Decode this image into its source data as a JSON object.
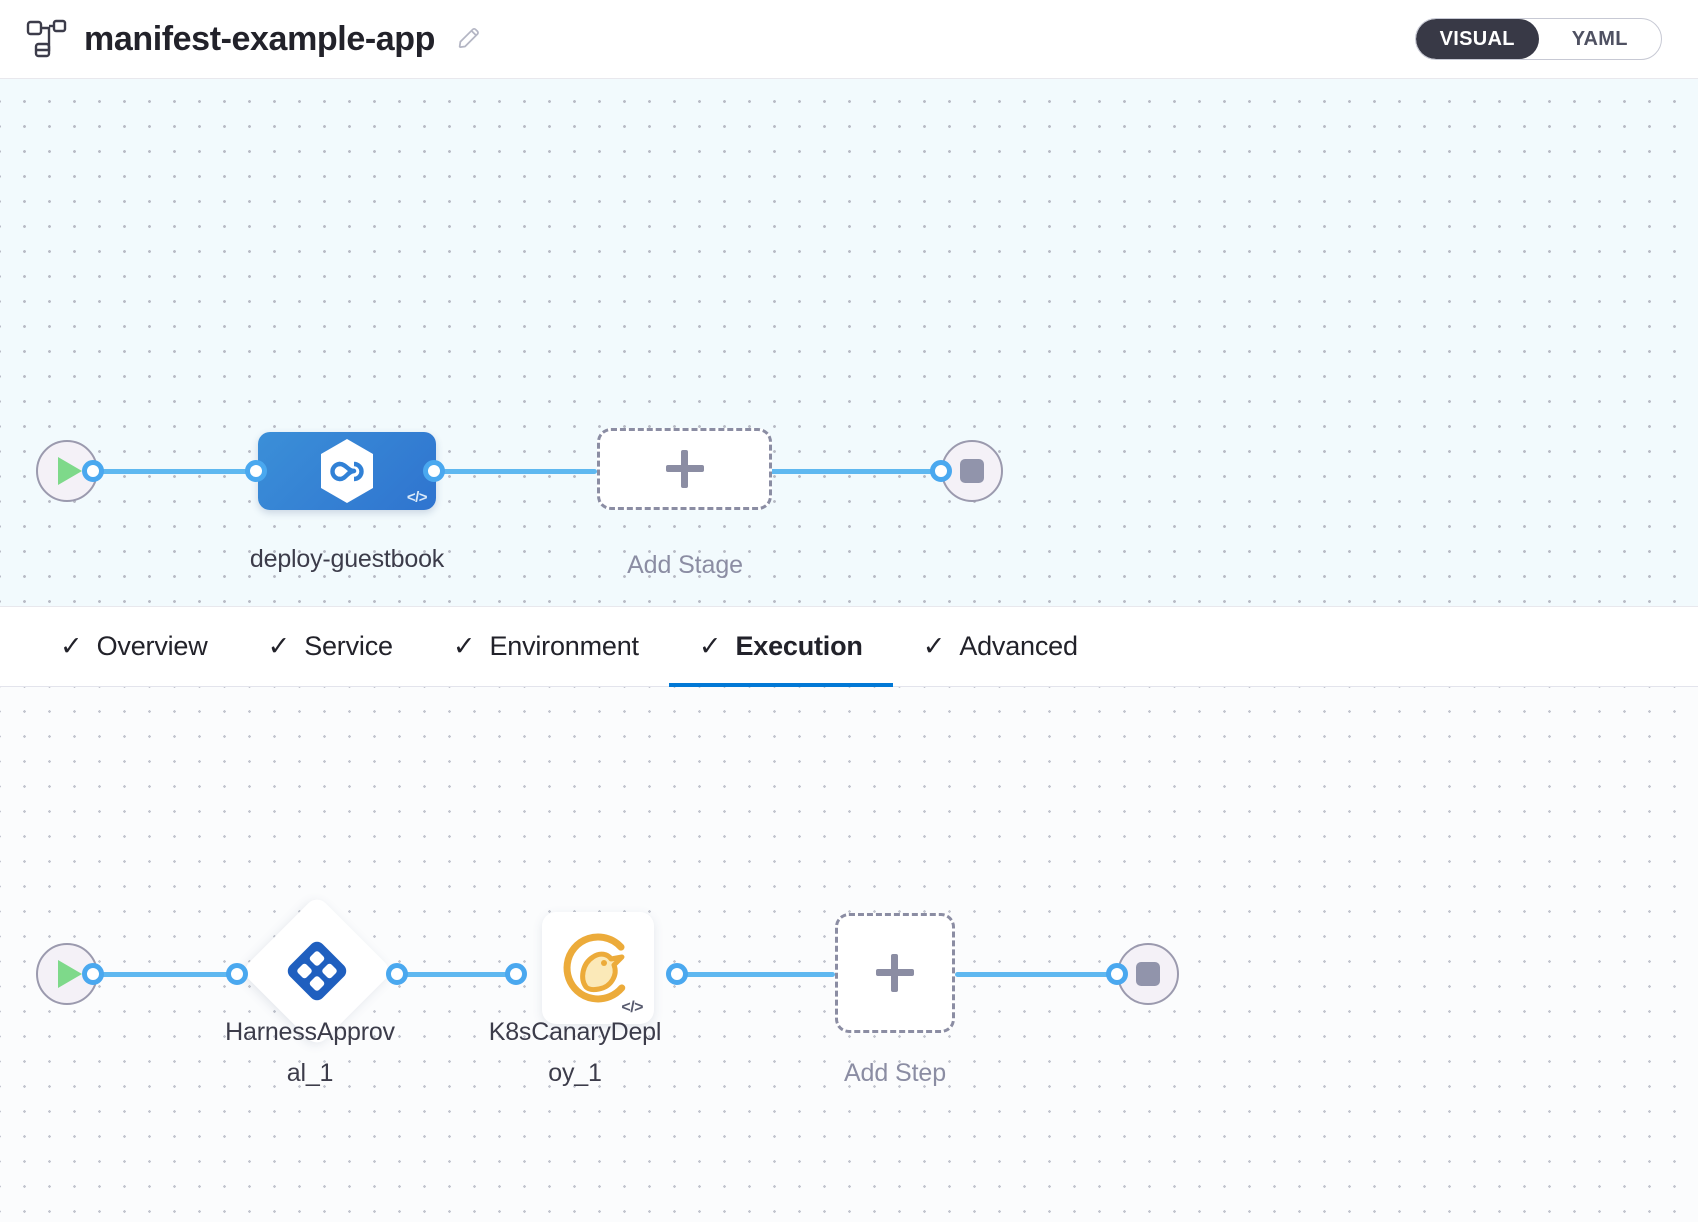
{
  "header": {
    "pipeline_icon": "pipeline-hierarchy-icon",
    "title": "manifest-example-app",
    "edit_icon": "pencil-edit-icon",
    "view_toggle": {
      "options": [
        "VISUAL",
        "YAML"
      ],
      "selected": "VISUAL"
    }
  },
  "stage_canvas": {
    "start_icon": "play-icon",
    "stop_icon": "stop-icon",
    "nodes": [
      {
        "id": "deploy-guestbook",
        "label": "deploy-guestbook",
        "type": "deployment-stage",
        "icon": "harness-cd-hexagon-icon",
        "code_badge": "</>",
        "color": "#3181d6"
      }
    ],
    "add_stage": {
      "label": "Add Stage",
      "icon": "plus-icon"
    }
  },
  "tabs": [
    {
      "label": "Overview",
      "check": "✓",
      "active": false
    },
    {
      "label": "Service",
      "check": "✓",
      "active": false
    },
    {
      "label": "Environment",
      "check": "✓",
      "active": false
    },
    {
      "label": "Execution",
      "check": "✓",
      "active": true
    },
    {
      "label": "Advanced",
      "check": "✓",
      "active": false
    }
  ],
  "execution_canvas": {
    "start_icon": "play-icon",
    "stop_icon": "stop-icon",
    "steps": [
      {
        "id": "HarnessApproval_1",
        "label_line1": "HarnessApprov",
        "label_line2": "al_1",
        "type": "harness-approval",
        "icon": "harness-approval-diamond-icon",
        "shape": "diamond",
        "color": "#1f5fbf"
      },
      {
        "id": "K8sCanaryDeploy_1",
        "label_line1": "K8sCanaryDepl",
        "label_line2": "oy_1",
        "type": "k8s-canary-deploy",
        "icon": "canary-bird-icon",
        "shape": "square",
        "code_badge": "</>",
        "color": "#ecab3a"
      }
    ],
    "add_step": {
      "label": "Add Step",
      "icon": "plus-icon"
    }
  },
  "colors": {
    "accent_blue": "#0278d5",
    "edge_blue": "#5fb8f0",
    "toggle_dark": "#383946",
    "canary_orange": "#ecab3a",
    "approval_blue": "#1f5fbf",
    "play_green": "#7ed98a"
  }
}
